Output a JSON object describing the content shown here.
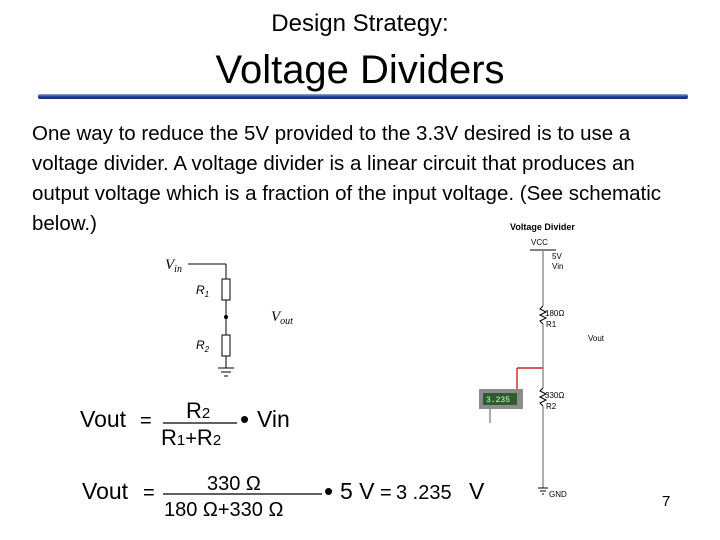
{
  "slide": {
    "pre_title": "Design Strategy:",
    "title": "Voltage Dividers",
    "body": "One way to reduce the 5V provided to the 3.3V desired is to use a voltage divider. A voltage divider is a linear circuit that produces an output voltage which is a fraction of the input voltage. (See schematic below.)",
    "page_number": "7"
  },
  "schematic_left": {
    "vin": "V",
    "vin_sub": "in",
    "r1": "R",
    "r1_sub": "1",
    "r2": "R",
    "r2_sub": "2",
    "vout": "V",
    "vout_sub": "out"
  },
  "schematic_right": {
    "title": "Voltage Divider",
    "vcc": "VCC",
    "supply_v": "5V",
    "supply_name": "Vin",
    "r1_value": "180Ω",
    "r1_name": "R1",
    "vout": "Vout",
    "meter_reading": "3.235",
    "r2_value": "330Ω",
    "r2_name": "R2",
    "gnd": "GND"
  },
  "formula_general": {
    "lhs": "Vout",
    "eq": "=",
    "num": "R",
    "num_sub": "2",
    "den_a": "R",
    "den_a_sub": "1",
    "plus": "+",
    "den_b": "R",
    "den_b_sub": "2",
    "dot": "•",
    "rhs": "Vin"
  },
  "formula_numeric": {
    "lhs": "Vout",
    "eq": "=",
    "num": "330 Ω",
    "den": "180 Ω+330 Ω",
    "dot": "•",
    "supply": "5 V",
    "eq2": "=",
    "result": "3 .235",
    "unit": "V"
  },
  "colors": {
    "title_rule": "#1f3a9c",
    "wire_red": "#cc2222",
    "wire_gray": "#8c8c8c",
    "meter_bg": "#2d5d2d",
    "meter_text": "#d8ffd8"
  }
}
